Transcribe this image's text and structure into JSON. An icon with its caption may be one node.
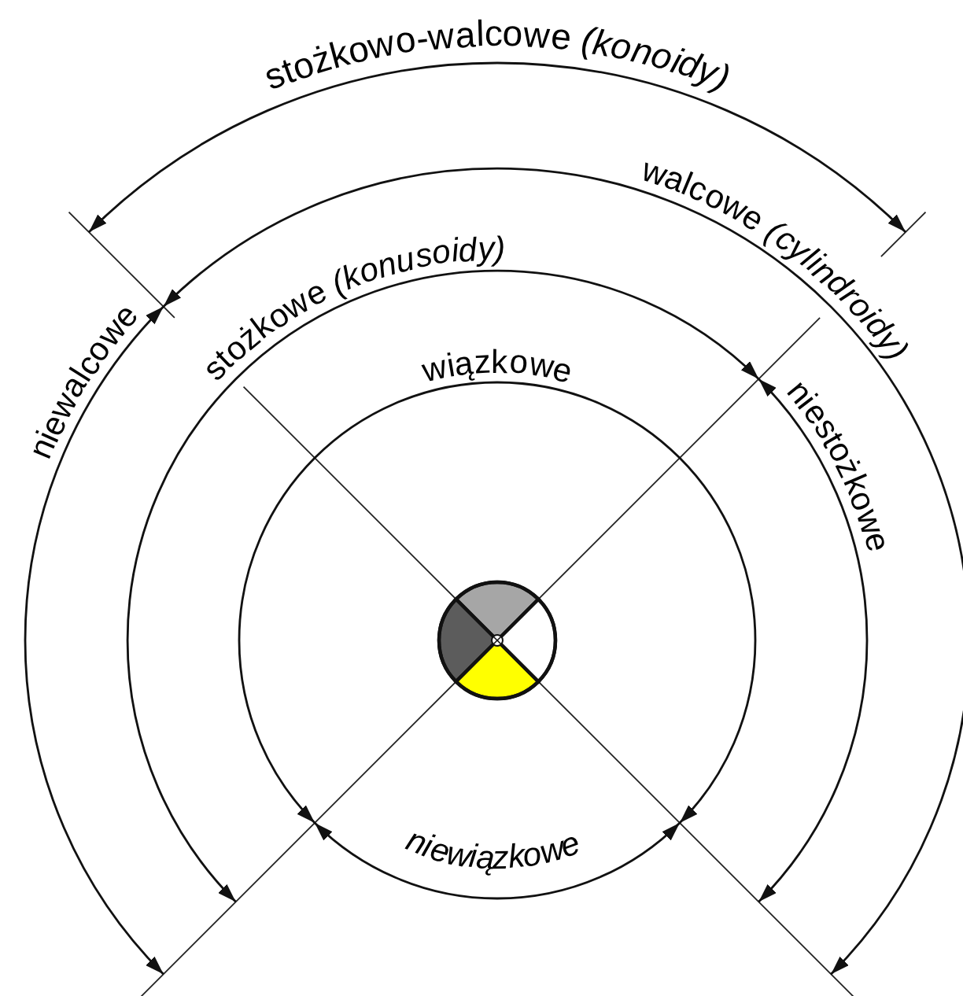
{
  "diagram": {
    "labels": [
      "stożkowo-walcowe *(konoidy)*",
      "walcowe *(cylindroidy)*",
      "niewalcowe",
      "stożkowe *(konusoidy)*",
      "wiązkowe",
      "niestożkowe",
      "niewiązkowe"
    ]
  }
}
